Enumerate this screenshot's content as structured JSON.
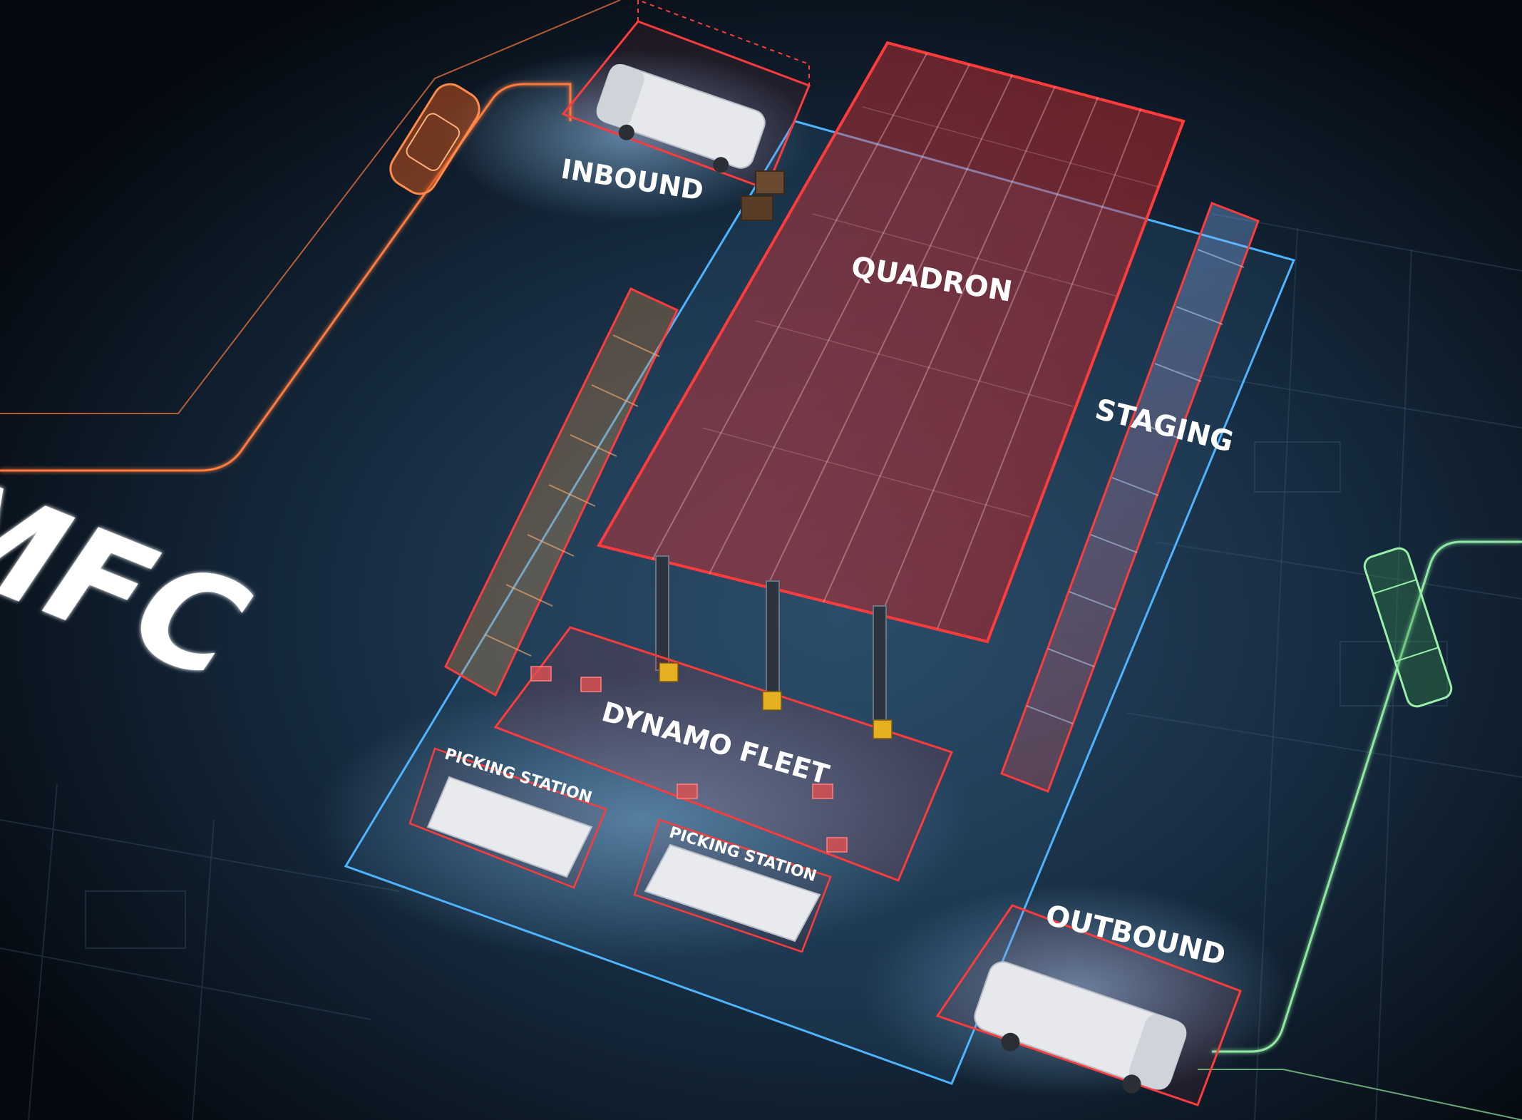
{
  "title": "MFC",
  "zones": {
    "inbound": "INBOUND",
    "quadron": "QUADRON",
    "staging": "STAGING",
    "dynamo_fleet": "DYNAMO FLEET",
    "picking_station_1": "PICKING STATION",
    "picking_station_2": "PICKING STATION",
    "outbound": "OUTBOUND"
  },
  "colors": {
    "background": "#0a1420",
    "zone_outline_red": "#ff3b3b",
    "floor_outline_blue": "#4fb4ff",
    "inbound_route_orange": "#ff7a3d",
    "outbound_route_green": "#8fe8a0",
    "label_white": "#ffffff"
  }
}
